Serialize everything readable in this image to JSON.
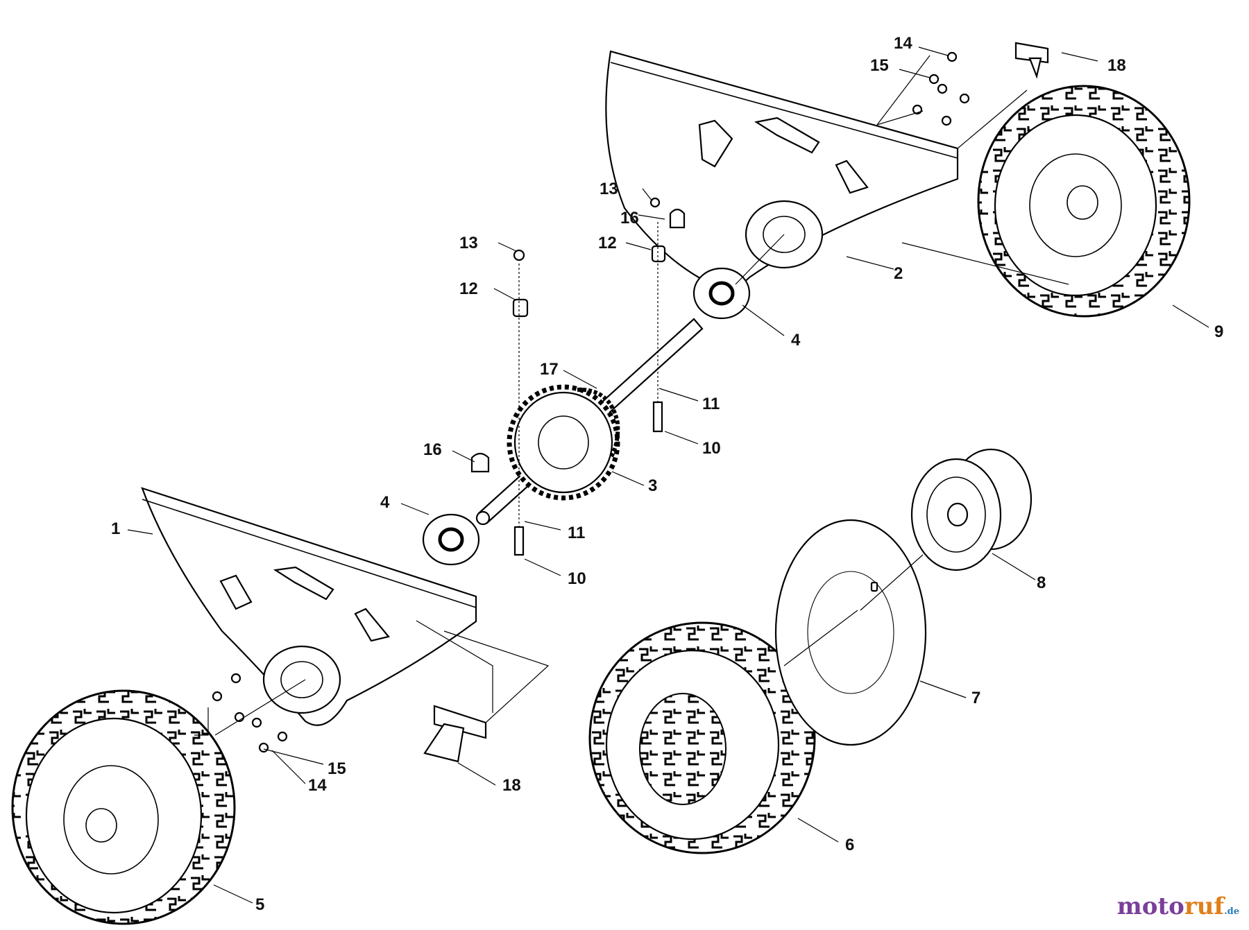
{
  "diagram": {
    "callouts": [
      {
        "id": "c14a",
        "text": "14"
      },
      {
        "id": "c15a",
        "text": "15"
      },
      {
        "id": "c18a",
        "text": "18"
      },
      {
        "id": "c13a",
        "text": "13"
      },
      {
        "id": "c16a",
        "text": "16"
      },
      {
        "id": "c12a",
        "text": "12"
      },
      {
        "id": "c13b",
        "text": "13"
      },
      {
        "id": "c12b",
        "text": "12"
      },
      {
        "id": "c2",
        "text": "2"
      },
      {
        "id": "c4a",
        "text": "4"
      },
      {
        "id": "c9",
        "text": "9"
      },
      {
        "id": "c17",
        "text": "17"
      },
      {
        "id": "c11a",
        "text": "11"
      },
      {
        "id": "c10a",
        "text": "10"
      },
      {
        "id": "c16b",
        "text": "16"
      },
      {
        "id": "c3",
        "text": "3"
      },
      {
        "id": "c4b",
        "text": "4"
      },
      {
        "id": "c1",
        "text": "1"
      },
      {
        "id": "c11b",
        "text": "11"
      },
      {
        "id": "c10b",
        "text": "10"
      },
      {
        "id": "c8",
        "text": "8"
      },
      {
        "id": "c7",
        "text": "7"
      },
      {
        "id": "c15b",
        "text": "15"
      },
      {
        "id": "c14b",
        "text": "14"
      },
      {
        "id": "c18b",
        "text": "18"
      },
      {
        "id": "c6",
        "text": "6"
      },
      {
        "id": "c5",
        "text": "5"
      }
    ]
  },
  "watermark": {
    "part1": "moto",
    "part2": "ruf",
    "part3": ".de"
  }
}
